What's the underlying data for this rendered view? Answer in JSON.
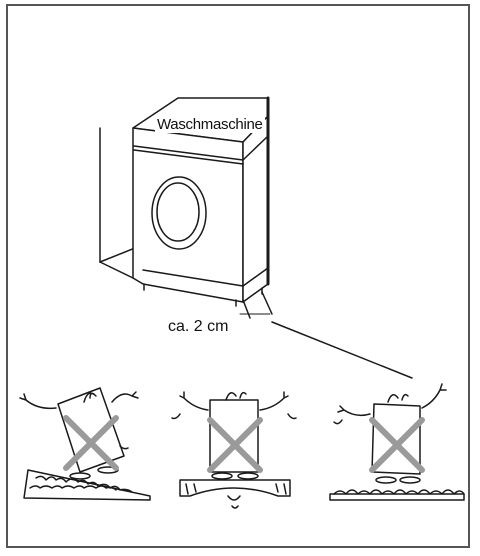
{
  "labels": {
    "machine": "Waschmaschine",
    "distance": "ca. 2 cm"
  },
  "colors": {
    "line": "#1a1a1a",
    "cross": "#9a9a9a",
    "frame": "#555555"
  },
  "figures": [
    {
      "name": "figure-tilted-surface",
      "icon": "cross-mark-icon"
    },
    {
      "name": "figure-bowed-surface",
      "icon": "cross-mark-icon"
    },
    {
      "name": "figure-rough-surface",
      "icon": "cross-mark-icon"
    }
  ]
}
